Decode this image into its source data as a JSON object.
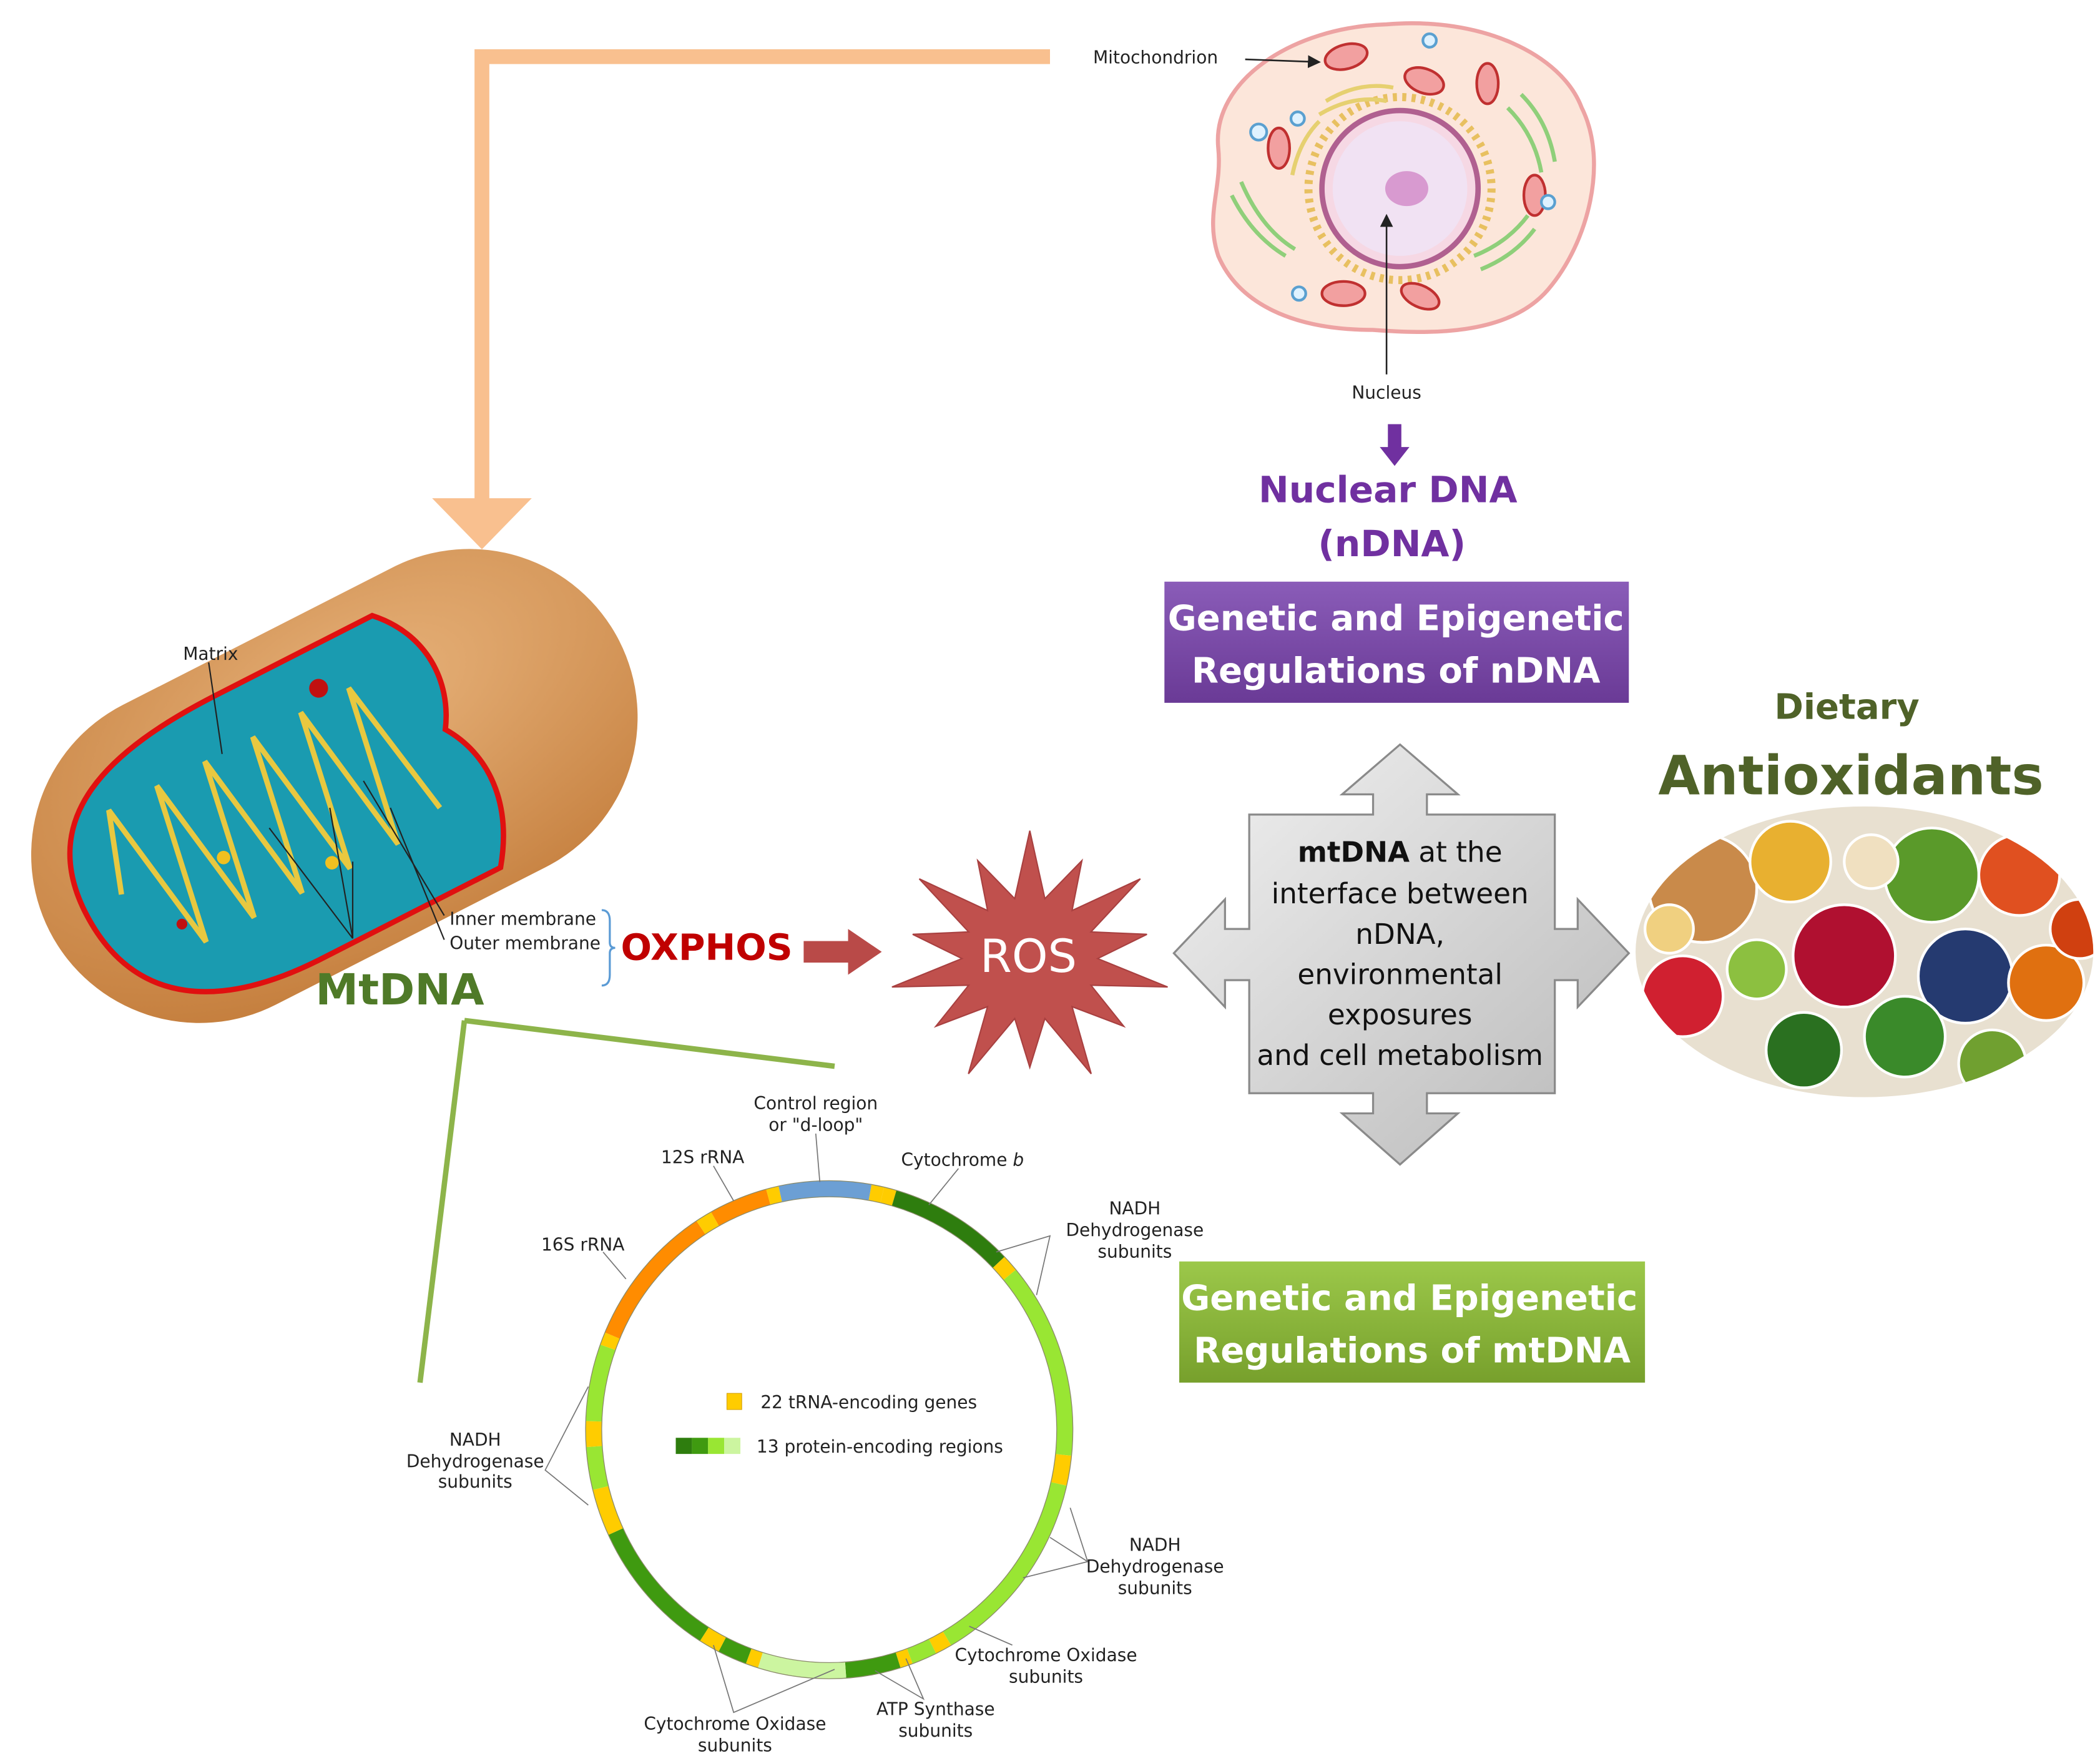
{
  "cell": {
    "mitochondrion_label": "Mitochondrion",
    "nucleus_label": "Nucleus"
  },
  "nuclear_dna": {
    "line1": "Nuclear DNA",
    "line2": "(nDNA)",
    "color": "#7030A0"
  },
  "ndna_box": {
    "line1": "Genetic and Epigenetic",
    "line2": "Regulations of nDNA",
    "color": "#7F4FA8"
  },
  "mitochondrion": {
    "matrix_label": "Matrix",
    "inner_membrane_label": "Inner membrane",
    "outer_membrane_label": "Outer membrane",
    "mtdna_label": "MtDNA"
  },
  "oxphos": {
    "label": "OXPHOS",
    "color": "#C00000"
  },
  "ros": {
    "label": "ROS",
    "color": "#C0504D"
  },
  "center": {
    "lines": [
      "at the",
      "interface between",
      "nDNA,",
      "environmental",
      "exposures",
      "and cell metabolism"
    ],
    "bold_word": "mtDNA"
  },
  "antioxidants": {
    "line1": "Dietary",
    "line2": "Antioxidants",
    "color": "#4F6228"
  },
  "mtdna_box": {
    "line1": "Genetic and Epigenetic",
    "line2": "Regulations of mtDNA",
    "color": "#8CB43C"
  },
  "mtdna_map": {
    "legend": {
      "trna": "22 tRNA-encoding genes",
      "protein": "13 protein-encoding regions"
    },
    "labels": {
      "control1": "Control region",
      "control2": "or \"d-loop\"",
      "rrna12s": "12S rRNA",
      "rrna16s": "16S rRNA",
      "cytb": "Cytochrome",
      "cytb_italic": "b",
      "nadh": "NADH",
      "dehydrogenase": "Dehydrogenase",
      "subunits": "subunits",
      "cox": "Cytochrome Oxidase",
      "atp": "ATP Synthase"
    },
    "colors": {
      "control": "#6C9FD4",
      "rrna": "#FF8C00",
      "trna": "#FFCC00",
      "cytb": "#2E7D0E",
      "nadh": "#99E633",
      "cox": "#3F9A10",
      "atp": "#CCF5A0"
    }
  }
}
